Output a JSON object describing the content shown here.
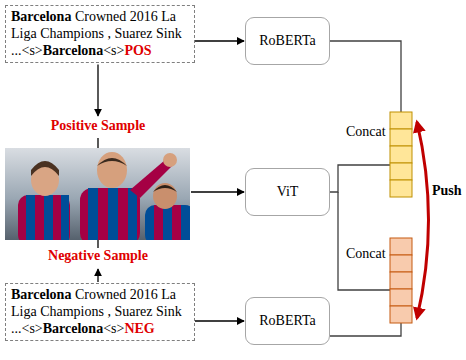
{
  "diagram": {
    "nodes": [
      {
        "text": [
          "Barcelona Crowned 2016 La Liga Champions , Suarez Sink ...<s>Barcelona<s>POS"
        ]
      },
      {
        "text": [
          "RoBERTa"
        ]
      },
      {
        "text": [
          "ViT"
        ]
      },
      {
        "text": [
          "Barcelona Crowned 2016 La Liga Champions , Suarez Sink ...<s>Barcelona<s>NEG"
        ]
      },
      {
        "text": [
          "RoBERTa"
        ]
      }
    ],
    "edges": [
      {
        "from": 0,
        "to": 1,
        "arrow": "to"
      },
      {
        "from": 3,
        "to": 4,
        "arrow": "to"
      }
    ],
    "labels": [
      "Positive Sample",
      "Negative Sample",
      "Concat",
      "Concat",
      "Push"
    ]
  }
}
